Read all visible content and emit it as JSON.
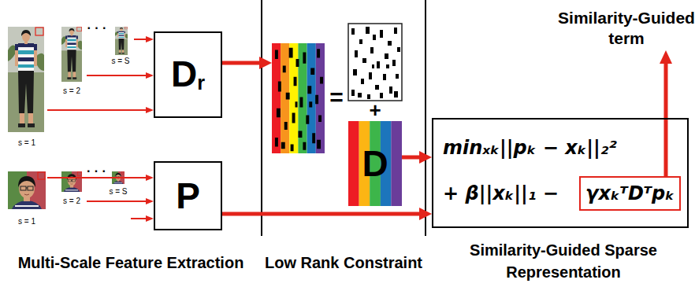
{
  "diagram": {
    "nodes": [
      {
        "text": [
          "s = 1"
        ]
      },
      {
        "text": [
          "s = 2"
        ]
      },
      {
        "text": [
          "s = S"
        ]
      },
      {
        "text": [
          "Dr"
        ]
      },
      {
        "text": [
          "s = 1"
        ]
      },
      {
        "text": [
          "s = 2"
        ]
      },
      {
        "text": [
          "s = S"
        ]
      },
      {
        "text": [
          "P"
        ]
      },
      {
        "text": [
          "D"
        ]
      },
      {
        "text": [
          "minₓₖ||pₖ − xₖ||₂²",
          "+ β||xₖ||₁ −"
        ]
      },
      {
        "text": [
          "γxₖᵀDᵀpₖ"
        ],
        "in": 9
      }
    ],
    "edges": [
      {
        "from": 0,
        "to": 3,
        "arrow": "to"
      },
      {
        "from": 1,
        "to": 3,
        "arrow": "to"
      },
      {
        "from": 2,
        "to": 3,
        "arrow": "to"
      },
      {
        "from": 4,
        "to": 7,
        "arrow": "to"
      },
      {
        "from": 5,
        "to": 7,
        "arrow": "to"
      },
      {
        "from": 6,
        "to": 7,
        "arrow": "to"
      },
      {
        "from": 8,
        "to": 9,
        "arrow": "to"
      },
      {
        "from": 7,
        "to": 9,
        "arrow": "to"
      }
    ],
    "labels": [
      "· · ·",
      "· · ·",
      "=",
      "+",
      "Similarity-Guided term",
      "Multi-Scale Feature Extraction",
      "Low Rank Constraint",
      "Similarity-Guided Sparse Representation"
    ]
  }
}
